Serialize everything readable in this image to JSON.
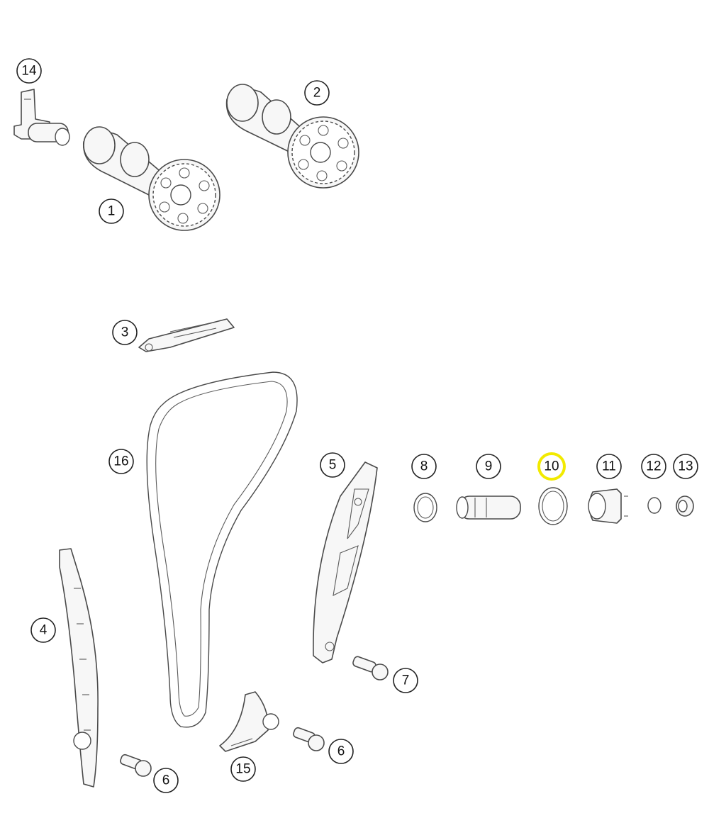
{
  "diagram": {
    "callouts": [
      {
        "id": "c14",
        "label": "14",
        "highlighted": false
      },
      {
        "id": "c2",
        "label": "2",
        "highlighted": false
      },
      {
        "id": "c1",
        "label": "1",
        "highlighted": false
      },
      {
        "id": "c3",
        "label": "3",
        "highlighted": false
      },
      {
        "id": "c16",
        "label": "16",
        "highlighted": false
      },
      {
        "id": "c5",
        "label": "5",
        "highlighted": false
      },
      {
        "id": "c8",
        "label": "8",
        "highlighted": false
      },
      {
        "id": "c9",
        "label": "9",
        "highlighted": false
      },
      {
        "id": "c10",
        "label": "10",
        "highlighted": true
      },
      {
        "id": "c11",
        "label": "11",
        "highlighted": false
      },
      {
        "id": "c12",
        "label": "12",
        "highlighted": false
      },
      {
        "id": "c13",
        "label": "13",
        "highlighted": false
      },
      {
        "id": "c4",
        "label": "4",
        "highlighted": false
      },
      {
        "id": "c7",
        "label": "7",
        "highlighted": false
      },
      {
        "id": "c6a",
        "label": "6",
        "highlighted": false
      },
      {
        "id": "c6b",
        "label": "6",
        "highlighted": false
      },
      {
        "id": "c15",
        "label": "15",
        "highlighted": false
      }
    ],
    "colors": {
      "highlight": "#f2ea00",
      "line": "#4a4a4a"
    }
  }
}
